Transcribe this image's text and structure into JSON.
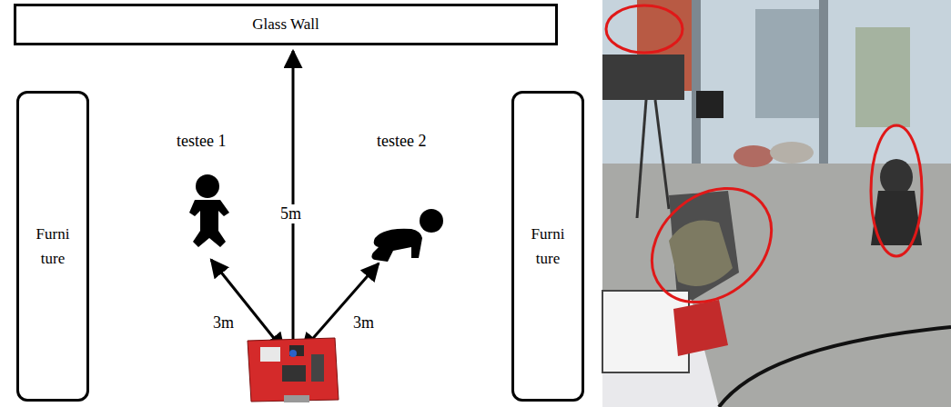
{
  "diagram": {
    "nodes": [
      {
        "text": [
          "Glass Wall"
        ]
      },
      {
        "text": [
          "Furni ture"
        ]
      },
      {
        "text": [
          "Furni ture"
        ]
      }
    ],
    "labels": [
      "testee 1",
      "testee 2",
      "5m",
      "3m",
      "3m"
    ]
  }
}
